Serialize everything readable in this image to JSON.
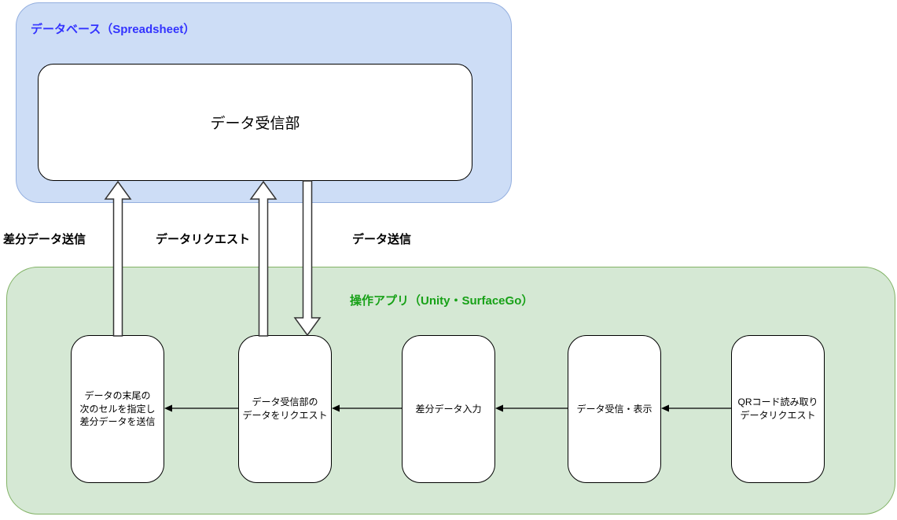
{
  "database_group": {
    "title": "データベース（Spreadsheet）",
    "node": "データ受信部"
  },
  "app_group": {
    "title": "操作アプリ（Unity・SurfaceGo）",
    "nodes": [
      "データの末尾の\n次のセルを指定し\n差分データを送信",
      "データ受信部の\nデータをリクエスト",
      "差分データ入力",
      "データ受信・表示",
      "QRコード読み取り\nデータリクエスト"
    ]
  },
  "flow_labels": {
    "diff_data_send": "差分データ送信",
    "data_request": "データリクエスト",
    "data_send": "データ送信"
  },
  "colors": {
    "database_fill": "#cdddf6",
    "database_stroke": "#94afdf",
    "database_title_text": "#3333ff",
    "app_fill": "#d5e8d4",
    "app_stroke": "#82b366",
    "app_title_text": "#17a117",
    "node_fill": "#ffffff",
    "node_stroke": "#000000",
    "vertical_arrow_stroke": "#333333",
    "horizontal_arrow": "#000000"
  }
}
